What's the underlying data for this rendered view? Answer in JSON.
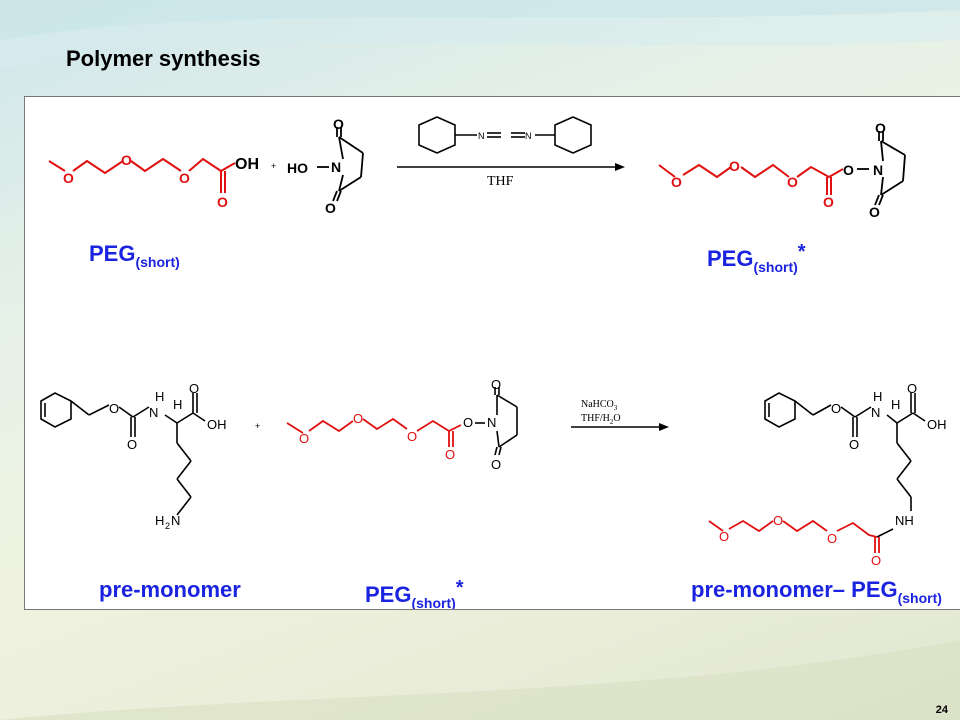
{
  "slide": {
    "title": "Polymer synthesis",
    "page_number": "24"
  },
  "reaction1": {
    "reactant1_label_main": "PEG",
    "reactant1_label_sub": "(short)",
    "product_label_main": "PEG",
    "product_label_sub": "(short)",
    "product_label_sup": "*",
    "reagent": "THF",
    "plus": "+",
    "atoms": {
      "O": "O",
      "OH": "OH",
      "HO": "HO",
      "N": "N"
    }
  },
  "reaction2": {
    "reactant1_label": "pre-monomer",
    "reactant2_label_main": "PEG",
    "reactant2_label_sub": "(short)",
    "reactant2_label_sup": "*",
    "product_label_main": "pre-monomer– PEG",
    "product_label_sub": "(short)",
    "reagent_line1": "NaHCO",
    "reagent_line1_sub": "3",
    "reagent_line2": "THF/H",
    "reagent_line2_sub": "2",
    "reagent_line2_end": "O",
    "plus": "+",
    "atoms": {
      "H": "H",
      "N": "N",
      "O": "O",
      "OH": "OH",
      "NH": "NH",
      "H2N_H": "H",
      "H2N_2": "2",
      "H2N_N": "N"
    }
  },
  "colors": {
    "oxygen": "#e01010",
    "label_blue": "#1a23e0",
    "bond": "#000000"
  }
}
